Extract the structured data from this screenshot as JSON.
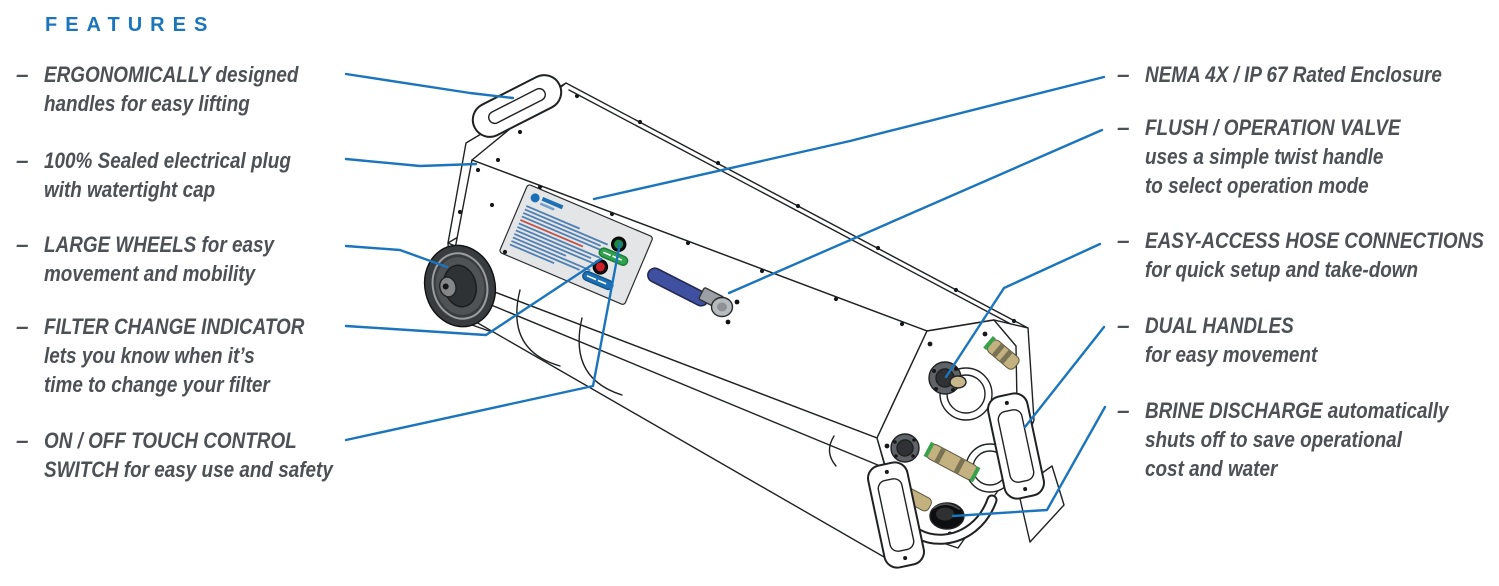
{
  "title": {
    "text": "FEATURES"
  },
  "features": {
    "left": [
      {
        "bullet": "–",
        "lines": [
          "ERGONOMICALLY designed",
          "handles for easy lifting"
        ],
        "points_to": "top-carry-handle"
      },
      {
        "bullet": "–",
        "lines": [
          "100% Sealed electrical plug",
          "with watertight cap"
        ],
        "points_to": "sealed-electrical-plug-area"
      },
      {
        "bullet": "–",
        "lines": [
          "LARGE WHEELS for easy",
          "movement and mobility"
        ],
        "points_to": "wheel"
      },
      {
        "bullet": "–",
        "lines": [
          "FILTER CHANGE INDICATOR",
          "lets you know when it’s",
          "time to change your filter"
        ],
        "points_to": "filter-change-indicator-light"
      },
      {
        "bullet": "–",
        "lines": [
          "ON / OFF TOUCH CONTROL",
          "SWITCH for easy use and safety"
        ],
        "points_to": "on-off-touch-switch"
      }
    ],
    "right": [
      {
        "bullet": "–",
        "lines": [
          "NEMA 4X / IP 67 Rated Enclosure"
        ],
        "points_to": "instruction-label-panel"
      },
      {
        "bullet": "–",
        "lines": [
          "FLUSH / OPERATION VALVE",
          "uses a simple twist handle",
          "to select operation mode"
        ],
        "points_to": "flush-operation-valve"
      },
      {
        "bullet": "–",
        "lines": [
          "EASY-ACCESS HOSE CONNECTIONS",
          "for quick setup and take-down"
        ],
        "points_to": "hose-connection-flange"
      },
      {
        "bullet": "–",
        "lines": [
          "DUAL HANDLES",
          "for easy movement"
        ],
        "points_to": "dual-handle-right"
      },
      {
        "bullet": "–",
        "lines": [
          "BRINE DISCHARGE automatically",
          "shuts off to save operational",
          "cost and water"
        ],
        "points_to": "brine-discharge-port"
      }
    ]
  },
  "illustration": {
    "description": "Isometric technical line drawing of a portable water softener / filtration unit",
    "parts": [
      "top-carry-handle",
      "enclosure",
      "instruction-label-panel",
      "on-off-touch-switch",
      "filter-change-indicator-light",
      "flush-operation-valve",
      "wheel",
      "hose-connection-plate",
      "hose-connection-flange",
      "brass-hose-fittings",
      "dual-handle-left",
      "dual-handle-right",
      "brine-discharge-port"
    ],
    "colors": {
      "accent_blue": "#1B75BC",
      "text_gray": "#4D5054",
      "line_black": "#1F2123",
      "label_panel": "#E3E5E6",
      "on_button_green": "#1C8A3C",
      "on_pill_green": "#2FA14F",
      "indicator_red": "#CF2027",
      "pill_blue": "#1B6FB5",
      "valve_blue": "#3E509F",
      "brass_tan": "#C3B27F",
      "oring_green": "#3AA04A",
      "wheel_gray": "#393C3F"
    }
  }
}
